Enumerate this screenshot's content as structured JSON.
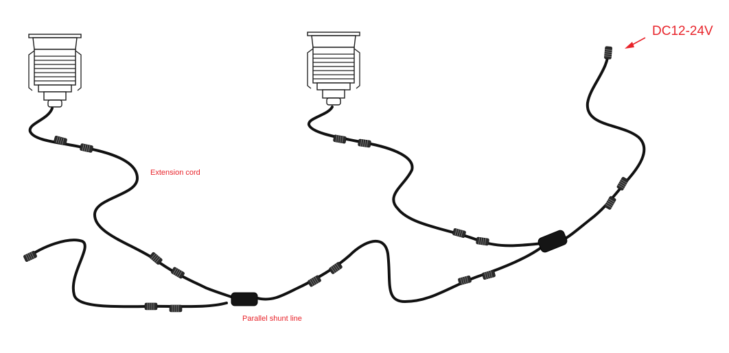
{
  "labels": {
    "extension_cord": "Extension cord",
    "parallel_shunt_line": "Parallel shunt line",
    "power_input": "DC12-24V"
  },
  "colors": {
    "label": "#e8232a",
    "cable": "#111111",
    "connector": "#2a2a2a",
    "lamp_outline": "#1a1a1a"
  },
  "components": {
    "lamps": [
      "downlight-lamp",
      "downlight-lamp"
    ],
    "splitters": [
      "parallel-shunt-splitter",
      "parallel-shunt-splitter"
    ],
    "power_arrow_icon": "arrow-icon"
  }
}
